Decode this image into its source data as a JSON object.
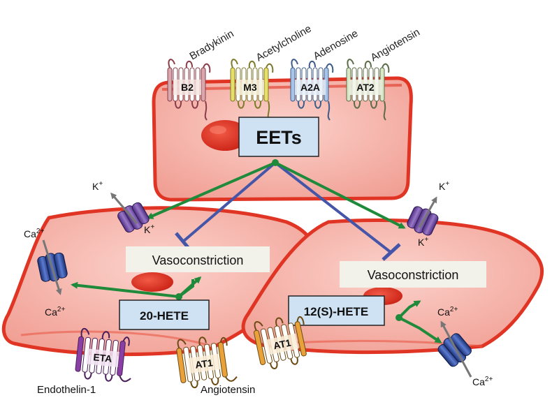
{
  "ligands": {
    "bradykinin": "Bradykinin",
    "acetylcholine": "Acetylcholine",
    "adenosine": "Adenosine",
    "angiotensin_top": "Angiotensin"
  },
  "receptors": {
    "b2": "B2",
    "m3": "M3",
    "a2a": "A2A",
    "at2": "AT2",
    "eta": "ETA",
    "at1_left": "AT1",
    "at1_right": "AT1"
  },
  "mediators": {
    "eets": "EETs",
    "hete20": "20-HETE",
    "hete12s": "12(S)-HETE"
  },
  "effects": {
    "vaso_left": "Vasoconstriction",
    "vaso_right": "Vasoconstriction"
  },
  "ions": {
    "k": "K",
    "k_charge": "+",
    "ca": "Ca",
    "ca_charge": "2+"
  },
  "bottom_labels": {
    "endothelin": "Endothelin-1",
    "angiotensin": "Angiotensin"
  },
  "colors": {
    "activation_arrow": "#1e8a3a",
    "inhibition_line": "#4556a8",
    "cell_fill": "#f6b6ae",
    "membrane": "#e23b2a",
    "label_box": "#cfe2f3",
    "vaso_box": "#f3f2ea",
    "k_channel": "#6a43a0",
    "ca_channel": "#2c4a9a"
  }
}
